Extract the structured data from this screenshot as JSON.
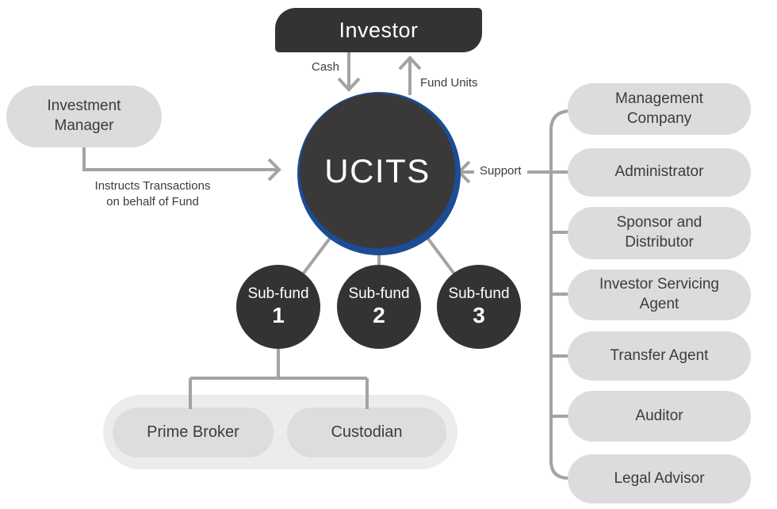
{
  "diagram_type": "UCITS fund structure diagram",
  "investor": {
    "label": "Investor"
  },
  "ucits": {
    "label": "UCITS"
  },
  "investment_manager": {
    "label": "Investment Manager"
  },
  "flows": {
    "cash": "Cash",
    "fund_units": "Fund Units",
    "support": "Support",
    "instructs_line1": "Instructs Transactions",
    "instructs_line2": "on behalf of Fund"
  },
  "subfunds": [
    {
      "label": "Sub-fund",
      "number": "1"
    },
    {
      "label": "Sub-fund",
      "number": "2"
    },
    {
      "label": "Sub-fund",
      "number": "3"
    }
  ],
  "custody": {
    "pills": [
      {
        "label": "Prime Broker"
      },
      {
        "label": "Custodian"
      }
    ]
  },
  "service_providers": [
    {
      "label": "Management Company"
    },
    {
      "label": "Administrator"
    },
    {
      "label": "Sponsor and Distributor"
    },
    {
      "label": "Investor Servicing Agent"
    },
    {
      "label": "Transfer Agent"
    },
    {
      "label": "Auditor"
    },
    {
      "label": "Legal Advisor"
    }
  ],
  "colors": {
    "node_dark": "#343232",
    "ucits_ring_blue": "#1b4c94",
    "pill_gray": "#dcdcdc",
    "container_gray": "#ececec",
    "line_gray": "#a3a3a3",
    "text_dark": "#3d3b3c",
    "text_light": "#ffffff"
  }
}
